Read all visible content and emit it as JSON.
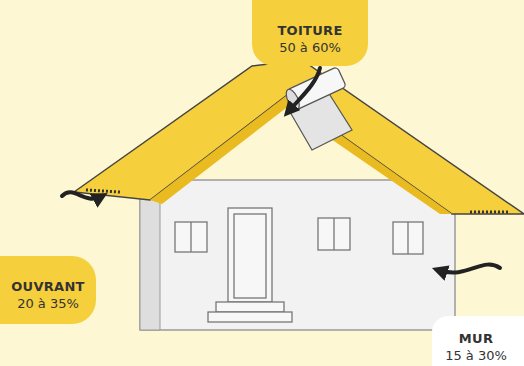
{
  "diagram": {
    "nodes": [
      {
        "text": [
          "TOITURE",
          "50 à 60%"
        ]
      },
      {
        "text": [
          "OUVRANT",
          "20 à 35%"
        ]
      },
      {
        "text": [
          "MUR",
          "15 à 30%"
        ]
      }
    ]
  }
}
